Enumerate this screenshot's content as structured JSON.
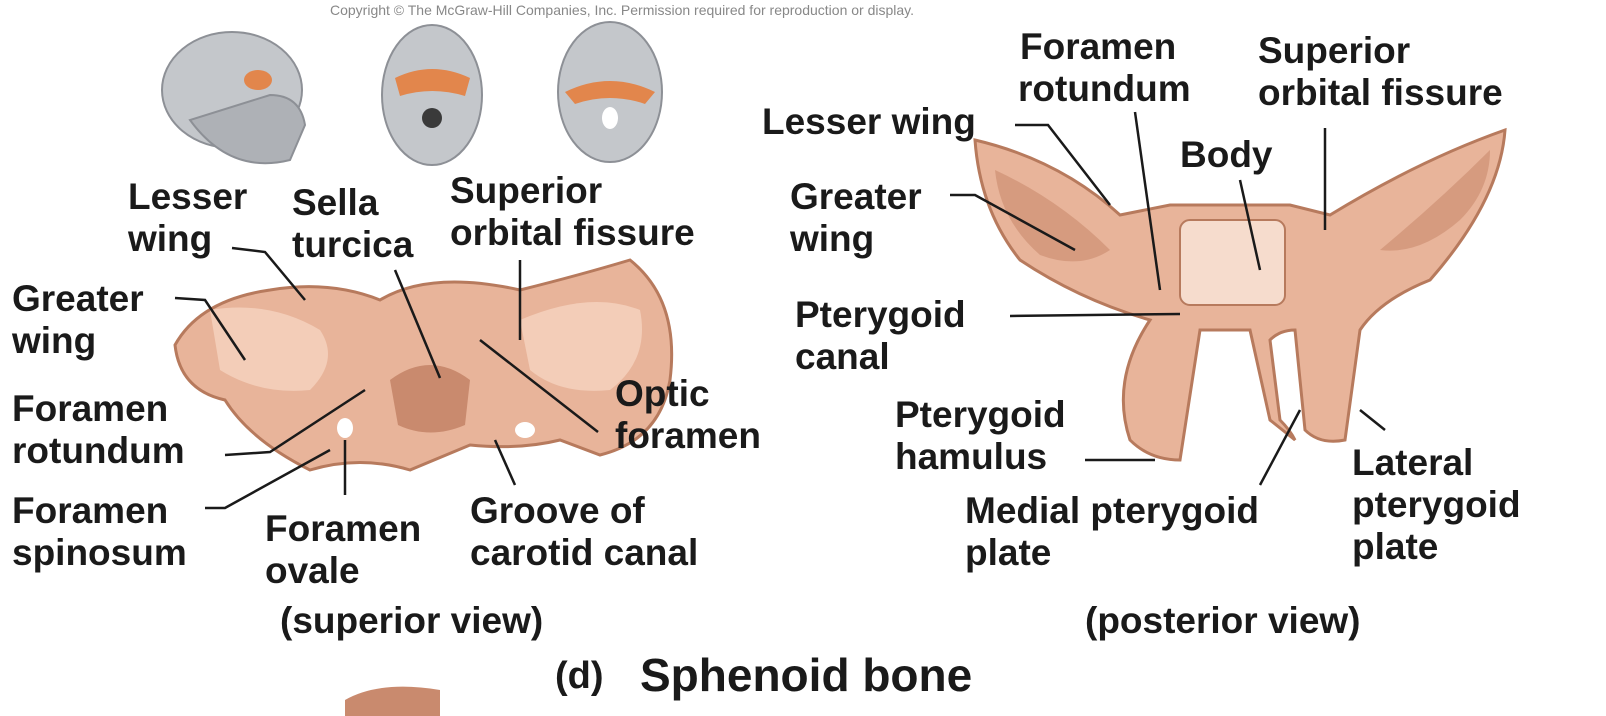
{
  "copyright": "Copyright © The McGraw-Hill Companies, Inc. Permission required for reproduction or display.",
  "superior": {
    "labels": {
      "lesser_wing": [
        "Lesser",
        "wing"
      ],
      "sella_turcica": [
        "Sella",
        "turcica"
      ],
      "superior_orbital_fissure": [
        "Superior",
        "orbital fissure"
      ],
      "greater_wing": [
        "Greater",
        "wing"
      ],
      "foramen_rotundum": [
        "Foramen",
        "rotundum"
      ],
      "foramen_spinosum": [
        "Foramen",
        "spinosum"
      ],
      "foramen_ovale": [
        "Foramen",
        "ovale"
      ],
      "groove_carotid": [
        "Groove of",
        "carotid canal"
      ],
      "optic_foramen": [
        "Optic",
        "foramen"
      ]
    },
    "view_label": "(superior view)"
  },
  "posterior": {
    "labels": {
      "foramen_rotundum": [
        "Foramen",
        "rotundum"
      ],
      "superior_orbital_fissure": [
        "Superior",
        "orbital fissure"
      ],
      "lesser_wing": "Lesser wing",
      "body": "Body",
      "greater_wing": [
        "Greater",
        "wing"
      ],
      "pterygoid_canal": [
        "Pterygoid",
        "canal"
      ],
      "pterygoid_hamulus": [
        "Pterygoid",
        "hamulus"
      ],
      "lateral_pterygoid_plate": [
        "Lateral",
        "pterygoid",
        "plate"
      ],
      "medial_pterygoid_plate": [
        "Medial pterygoid",
        "plate"
      ]
    },
    "view_label": "(posterior view)"
  },
  "caption": {
    "letter": "(d)",
    "title": "Sphenoid bone"
  },
  "colors": {
    "bone": "#e8b49a",
    "bone_dark": "#c98a6e",
    "bone_light": "#f6dccd",
    "skull_gray": "#b9bcc0",
    "highlight": "#e2864c"
  }
}
